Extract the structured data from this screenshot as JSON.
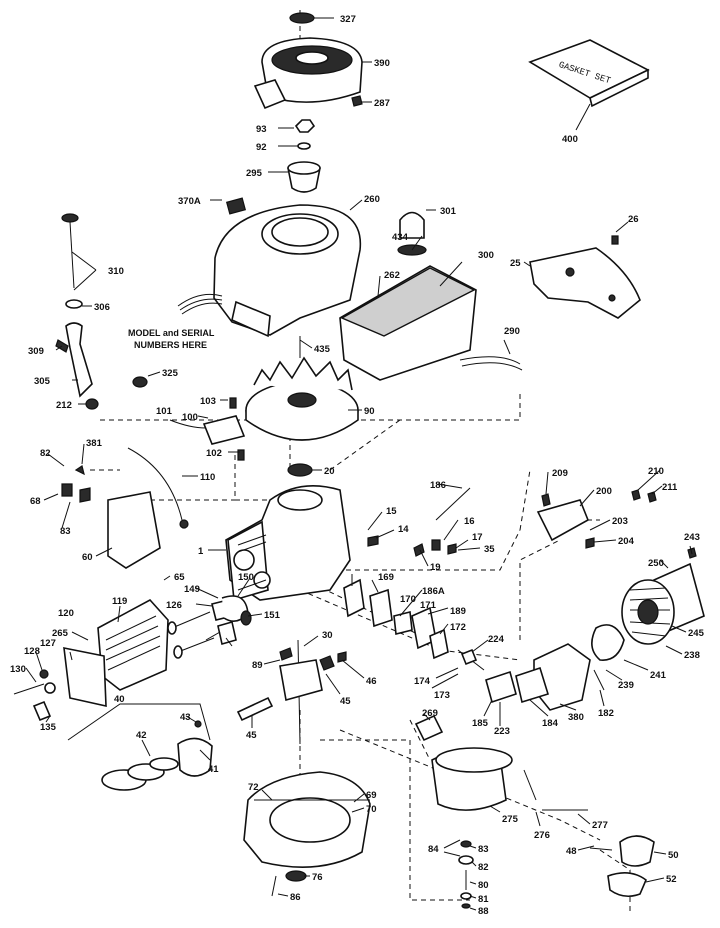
{
  "labels": [
    "327",
    "390",
    "287",
    "93",
    "92",
    "295",
    "400",
    "370A",
    "260",
    "301",
    "26",
    "434",
    "300",
    "25",
    "310",
    "262",
    "306",
    "290",
    "309",
    "305",
    "325",
    "435",
    "212",
    "101",
    "103",
    "100",
    "90",
    "102",
    "381",
    "82",
    "110",
    "20",
    "68",
    "186",
    "83",
    "15",
    "14",
    "16",
    "17",
    "35",
    "200",
    "209",
    "210",
    "211",
    "203",
    "204",
    "1",
    "19",
    "169",
    "186A",
    "170",
    "171",
    "189",
    "172",
    "60",
    "65",
    "126",
    "149",
    "150",
    "151",
    "119",
    "120",
    "265",
    "127",
    "128",
    "130",
    "135",
    "40",
    "43",
    "42",
    "41",
    "89",
    "30",
    "46",
    "45",
    "45",
    "224",
    "174",
    "173",
    "185",
    "223",
    "269",
    "184",
    "380",
    "182",
    "239",
    "241",
    "243",
    "250",
    "245",
    "238",
    "72",
    "69",
    "70",
    "275",
    "276",
    "277",
    "84",
    "83",
    "82",
    "80",
    "81",
    "88",
    "48",
    "50",
    "52",
    "76",
    "86"
  ],
  "notes": {
    "gasket_set": "GASKET SET",
    "model_serial_line1": "MODEL and SERIAL",
    "model_serial_line2": "NUMBERS HERE"
  }
}
